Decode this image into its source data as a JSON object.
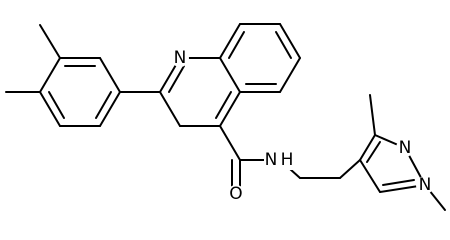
{
  "atoms": {
    "quinoline_nitrogen": "N",
    "carbonyl_oxygen": "O",
    "amide_nitrogen": "N",
    "amide_hydrogen": "H",
    "pyrazole_nitrogen_2": "N",
    "pyrazole_nitrogen_1": "N"
  },
  "colors": {
    "bond": "#000000",
    "label": "#000000",
    "background": "#ffffff"
  }
}
